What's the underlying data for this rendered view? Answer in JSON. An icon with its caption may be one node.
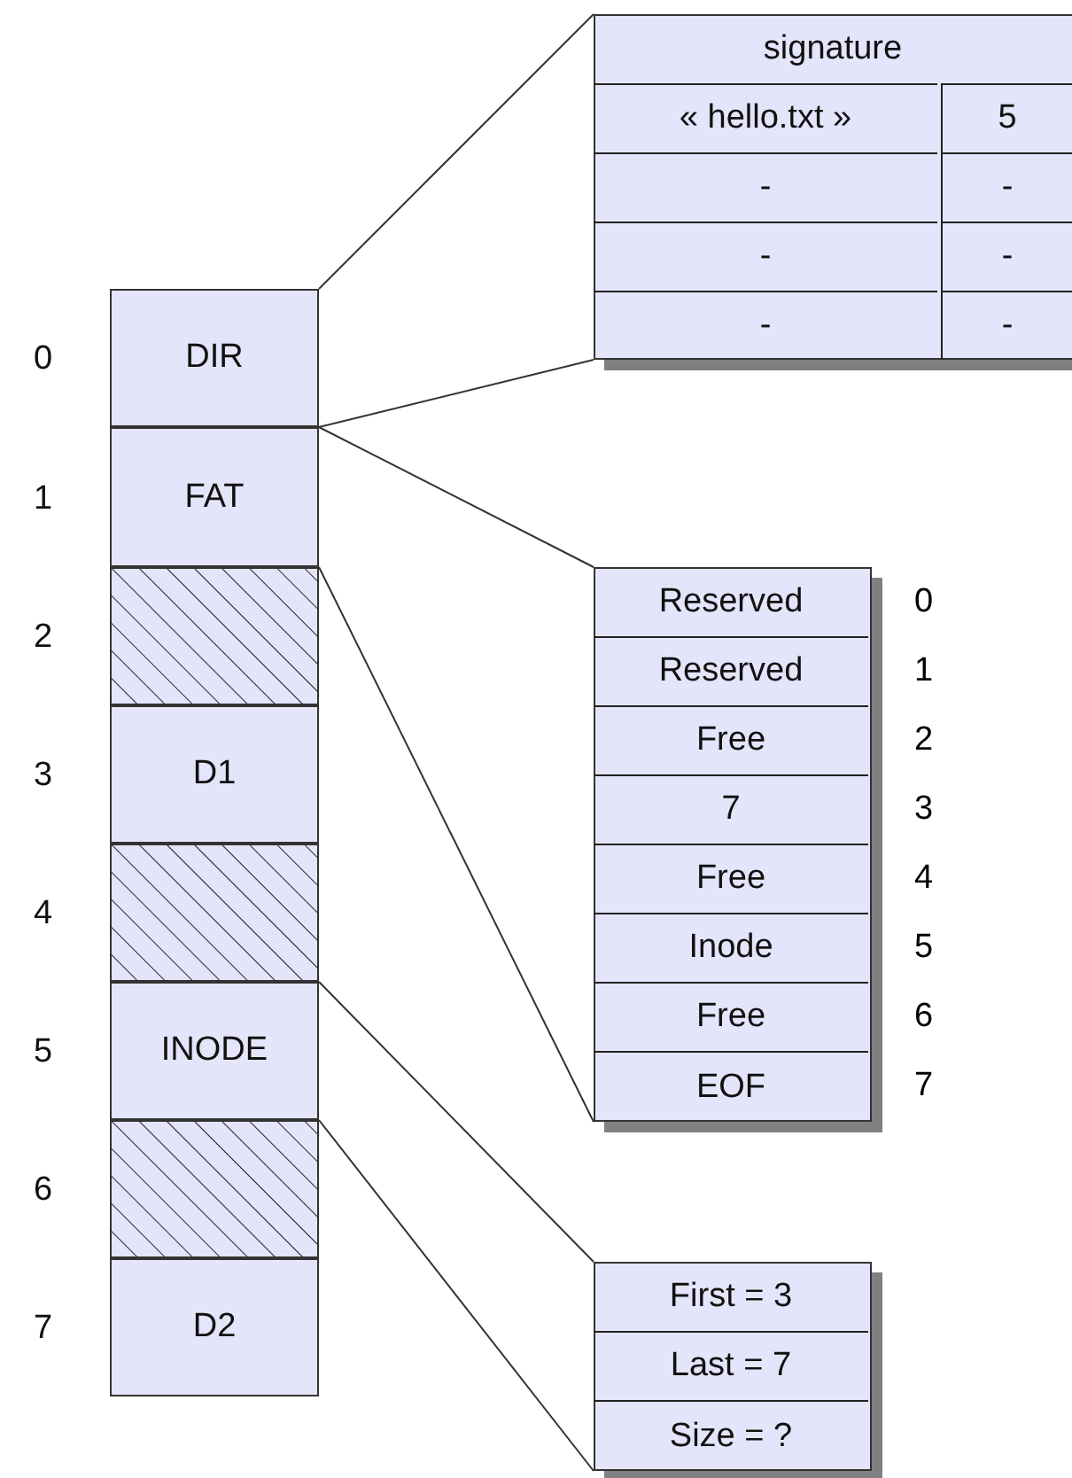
{
  "diagram": {
    "nodes": [
      {
        "text": [
          "DIR"
        ],
        "beside": [
          "0"
        ]
      },
      {
        "text": [
          "FAT"
        ],
        "beside": [
          "1"
        ]
      },
      {
        "text": [],
        "shape": "box",
        "beside": [
          "2"
        ]
      },
      {
        "text": [
          "D1"
        ],
        "beside": [
          "3"
        ]
      },
      {
        "text": [],
        "shape": "box",
        "beside": [
          "4"
        ]
      },
      {
        "text": [
          "INODE"
        ],
        "beside": [
          "5"
        ]
      },
      {
        "text": [],
        "shape": "box",
        "beside": [
          "6"
        ]
      },
      {
        "text": [
          "D2"
        ],
        "beside": [
          "7"
        ]
      },
      {
        "text": [],
        "shape": "table"
      },
      {
        "text": [
          "signature"
        ],
        "in": 8
      },
      {
        "text": [
          "« hello.txt »"
        ],
        "in": 8
      },
      {
        "text": [
          "5"
        ],
        "in": 8
      },
      {
        "text": [
          "-"
        ],
        "in": 8
      },
      {
        "text": [
          "-"
        ],
        "in": 8
      },
      {
        "text": [
          "-"
        ],
        "in": 8
      },
      {
        "text": [
          "-"
        ],
        "in": 8
      },
      {
        "text": [
          "-"
        ],
        "in": 8
      },
      {
        "text": [
          "-"
        ],
        "in": 8
      },
      {
        "text": [],
        "shape": "table"
      },
      {
        "text": [
          "Reserved"
        ],
        "in": 18
      },
      {
        "text": [
          "Reserved"
        ],
        "in": 18
      },
      {
        "text": [
          "Free"
        ],
        "in": 18
      },
      {
        "text": [
          "7"
        ],
        "in": 18
      },
      {
        "text": [
          "Free"
        ],
        "in": 18
      },
      {
        "text": [
          "Inode"
        ],
        "in": 18
      },
      {
        "text": [
          "Free"
        ],
        "in": 18
      },
      {
        "text": [
          "EOF"
        ],
        "in": 18
      },
      {
        "text": [],
        "shape": "table"
      },
      {
        "text": [
          "First = 3"
        ],
        "in": 27
      },
      {
        "text": [
          "Last = 7"
        ],
        "in": 27
      },
      {
        "text": [
          "Size = ?"
        ],
        "in": 27
      }
    ],
    "edges": [
      {
        "from": 0,
        "to": 8,
        "arrow": "none"
      },
      {
        "from": 0,
        "to": 8,
        "arrow": "none"
      },
      {
        "from": 1,
        "to": 18,
        "arrow": "none"
      },
      {
        "from": 1,
        "to": 18,
        "arrow": "none"
      },
      {
        "from": 5,
        "to": 27,
        "arrow": "none"
      },
      {
        "from": 5,
        "to": 27,
        "arrow": "none"
      }
    ],
    "labels": [
      "0",
      "1",
      "2",
      "3",
      "4",
      "5",
      "6",
      "7"
    ]
  }
}
